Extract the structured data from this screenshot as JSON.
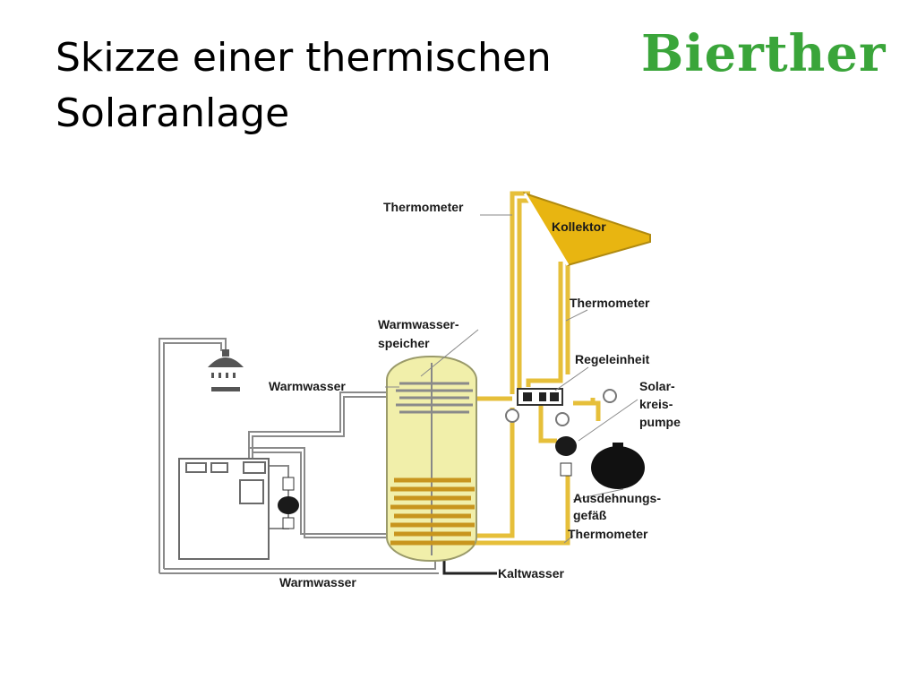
{
  "slide": {
    "title_line1": "Skizze einer thermischen",
    "title_line2": "Solaranlage"
  },
  "logo": {
    "text": "Bierther",
    "color": "#3aa53a"
  },
  "colors": {
    "pipe_yellow": "#e6bf3a",
    "pipe_yellow_dark": "#b08a10",
    "collector": "#e8b511",
    "tank_fill": "#f1efaa",
    "coil": "#c8951e",
    "line_gray": "#8a8a8a"
  },
  "labels": {
    "thermometer_top": "Thermometer",
    "collector": "Kollektor",
    "thermometer_mid": "Thermometer",
    "tank_line1": "Warmwasser-",
    "tank_line2": "speicher",
    "control_unit": "Regeleinheit",
    "warm_water_top": "Warmwasser",
    "pump_line1": "Solar-",
    "pump_line2": "kreis-",
    "pump_line3": "pumpe",
    "expansion_line1": "Ausdehnungs-",
    "expansion_line2": "gefäß",
    "thermometer_bottom": "Thermometer",
    "cold_water": "Kaltwasser",
    "warm_water_bottom": "Warmwasser"
  }
}
